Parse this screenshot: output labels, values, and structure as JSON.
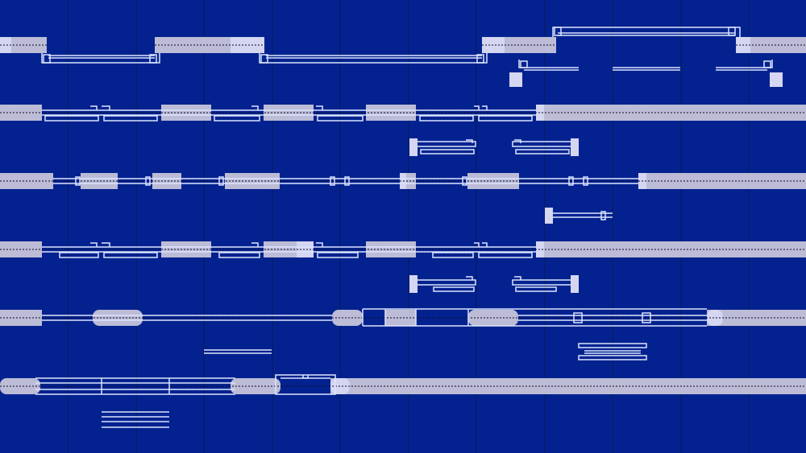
{
  "colors": {
    "background": "#04228f",
    "grid": "#061a55",
    "rail": "#bcbcd6",
    "rail_highlight": "#d4d6f2",
    "line_art": "#dce4ff",
    "guide": "#0a0a2a"
  },
  "diagram": {
    "type": "track-schematic",
    "tracks": [
      {
        "id": "track-1"
      },
      {
        "id": "track-2"
      },
      {
        "id": "track-3"
      },
      {
        "id": "track-4"
      },
      {
        "id": "track-5"
      },
      {
        "id": "track-6"
      }
    ]
  }
}
